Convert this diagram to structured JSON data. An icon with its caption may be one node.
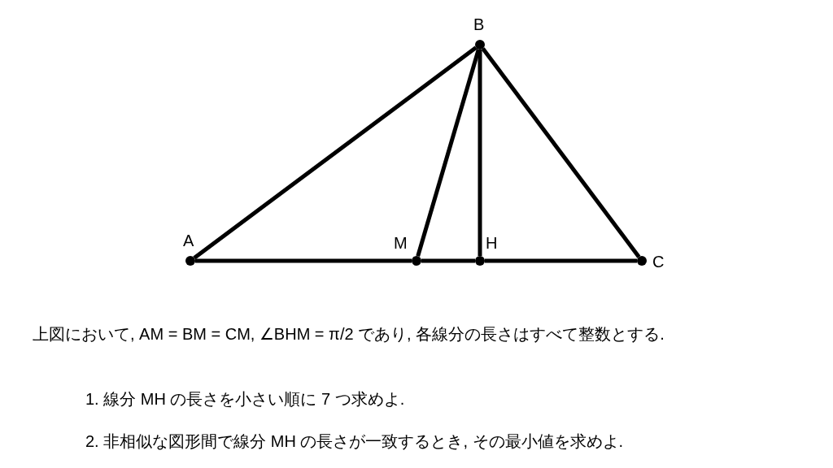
{
  "diagram": {
    "nodes": [
      {
        "text": [
          "A"
        ]
      },
      {
        "text": [
          "B"
        ]
      },
      {
        "text": [
          "M"
        ]
      },
      {
        "text": [
          "H"
        ]
      },
      {
        "text": [
          "C"
        ]
      }
    ],
    "edges": [
      {
        "from": 0,
        "to": 1,
        "arrow": "none"
      },
      {
        "from": 1,
        "to": 4,
        "arrow": "none"
      },
      {
        "from": 1,
        "to": 2,
        "arrow": "none"
      },
      {
        "from": 1,
        "to": 3,
        "arrow": "none"
      },
      {
        "from": 0,
        "to": 2,
        "arrow": "none"
      },
      {
        "from": 2,
        "to": 3,
        "arrow": "none"
      },
      {
        "from": 3,
        "to": 4,
        "arrow": "none"
      }
    ],
    "labels": [
      "上図において, AM = BM = CM, ∠BHM = π/2 であり, 各線分の長さはすべて整数とする.",
      "1. 線分 MH の長さを小さい順に 7 つ求めよ.",
      "2. 非相似な図形間で線分 MH の長さが一致するとき, その最小値を求めよ."
    ]
  }
}
